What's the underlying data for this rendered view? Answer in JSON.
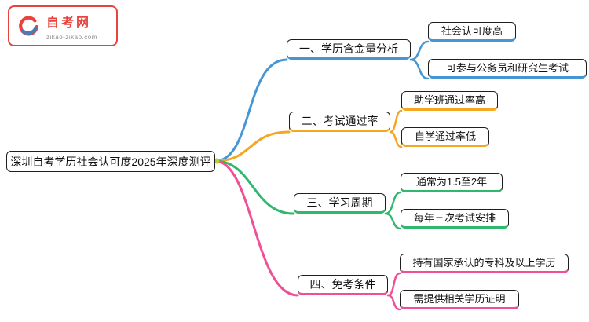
{
  "logo": {
    "title": "自考网",
    "subtitle": "zikao-zikao.com",
    "border_color": "#e8433e",
    "icon_red": "#e8433e",
    "icon_blue": "#3f7fc1"
  },
  "root": {
    "label": "深圳自考学历社会认可度2025年深度测评",
    "dot_color": "#b9cf3a"
  },
  "branches": [
    {
      "label": "一、学历含金量分析",
      "color": "#4596d2",
      "children": [
        "社会认可度高",
        "可参与公务员和研究生考试"
      ]
    },
    {
      "label": "二、考试通过率",
      "color": "#f5a623",
      "children": [
        "助学班通过率高",
        "自学通过率低"
      ]
    },
    {
      "label": "三、学习周期",
      "color": "#2fb86e",
      "children": [
        "通常为1.5至2年",
        "每年三次考试安排"
      ]
    },
    {
      "label": "四、免考条件",
      "color": "#f04f96",
      "children": [
        "持有国家承认的专科及以上学历",
        "需提供相关学历证明"
      ]
    }
  ]
}
